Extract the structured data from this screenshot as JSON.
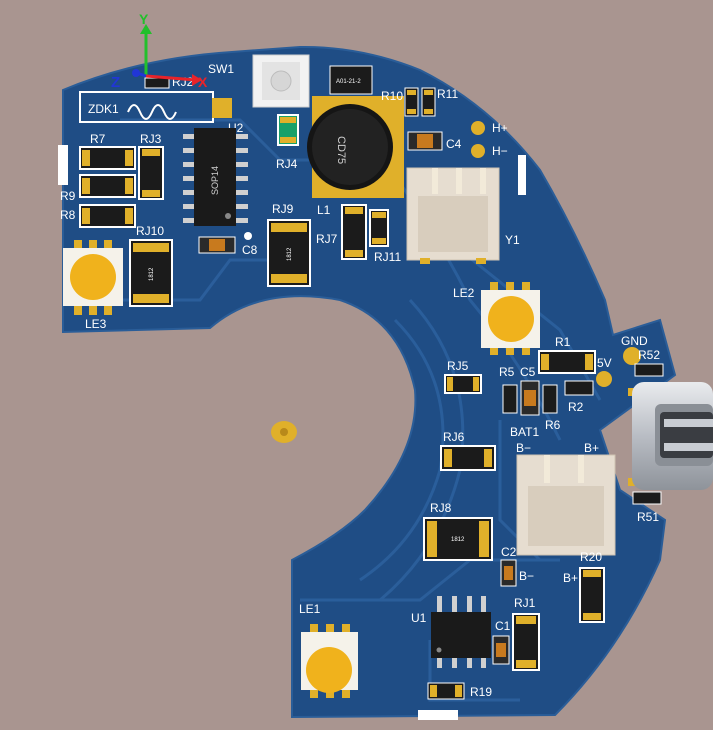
{
  "colors": {
    "background": "#a99590",
    "board": "#1f4d85",
    "silkscreen": "#ffffff",
    "pad_gold": "#e0b02a",
    "led_lens": "#f0b21c",
    "connector": "#e6ddd0",
    "axis_x": "#e8232a",
    "axis_y": "#22c02b",
    "axis_z": "#2136d6"
  },
  "axes": {
    "x": "X",
    "y": "Y",
    "z": "Z"
  },
  "labels": {
    "zdk1": "ZDK1",
    "rj2": "RJ2",
    "sw1": "SW1",
    "u2": "U2",
    "r7": "R7",
    "rj3": "RJ3",
    "r9": "R9",
    "r8": "R8",
    "rj10": "RJ10",
    "le3": "LE3",
    "rj4": "RJ4",
    "rj9": "RJ9",
    "c8": "C8",
    "l1": "L1",
    "rj7": "RJ7",
    "rj11": "RJ11",
    "r10": "R10",
    "r11": "R11",
    "c4": "C4",
    "h_plus": "H+",
    "h_minus": "H−",
    "y1": "Y1",
    "le2": "LE2",
    "gnd": "GND",
    "r52": "R52",
    "r1": "R1",
    "five_v": "5V",
    "rj5": "RJ5",
    "r5": "R5",
    "c5": "C5",
    "r2": "R2",
    "r6": "R6",
    "bat1": "BAT1",
    "b_minus": "B−",
    "b_plus": "B+",
    "rj6": "RJ6",
    "r51": "R51",
    "rj8": "RJ8",
    "c2": "C2",
    "r20": "R20",
    "b_minus_2": "B−",
    "b_plus_2": "B+",
    "le1": "LE1",
    "u1": "U1",
    "rj1": "RJ1",
    "c1": "C1",
    "r19": "R19"
  },
  "chip_text": {
    "u2_package": "SOP14",
    "l1_marking": "CD75",
    "rj10_marking": "1812",
    "rj9_marking": "1812",
    "rj8_marking": "1812",
    "sot_marking": "A01-21-2"
  }
}
